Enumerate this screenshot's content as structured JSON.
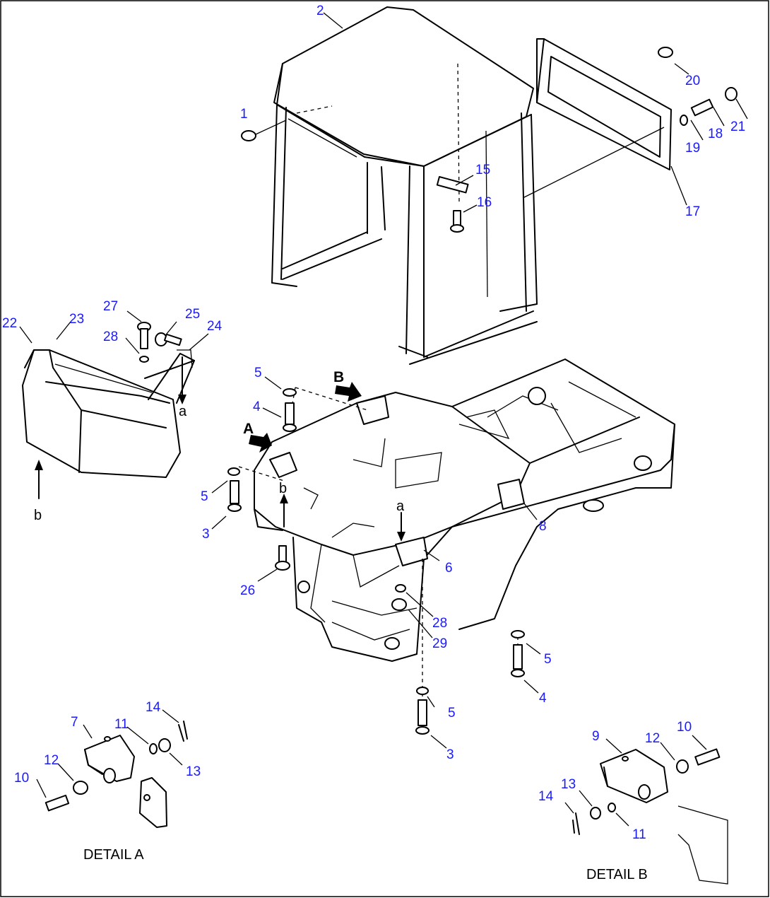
{
  "callouts": {
    "c1": "1",
    "c2": "2",
    "c3a": "3",
    "c3b": "3",
    "c4a": "4",
    "c4b": "4",
    "c5a": "5",
    "c5b": "5",
    "c5c": "5",
    "c5d": "5",
    "c6": "6",
    "c7": "7",
    "c8": "8",
    "c9": "9",
    "c10a": "10",
    "c10b": "10",
    "c11a": "11",
    "c11b": "11",
    "c12a": "12",
    "c12b": "12",
    "c13a": "13",
    "c13b": "13",
    "c14a": "14",
    "c14b": "14",
    "c15": "15",
    "c16": "16",
    "c17": "17",
    "c18": "18",
    "c19": "19",
    "c20": "20",
    "c21": "21",
    "c22": "22",
    "c23": "23",
    "c24": "24",
    "c25": "25",
    "c26": "26",
    "c27": "27",
    "c28a": "28",
    "c28b": "28",
    "c29": "29"
  },
  "markers": {
    "a_cover": "a",
    "b_cover": "b",
    "a_frame": "a",
    "b_frame": "b",
    "view_a": "A",
    "view_b": "B"
  },
  "captions": {
    "detail_a": "DETAIL A",
    "detail_b": "DETAIL B"
  }
}
